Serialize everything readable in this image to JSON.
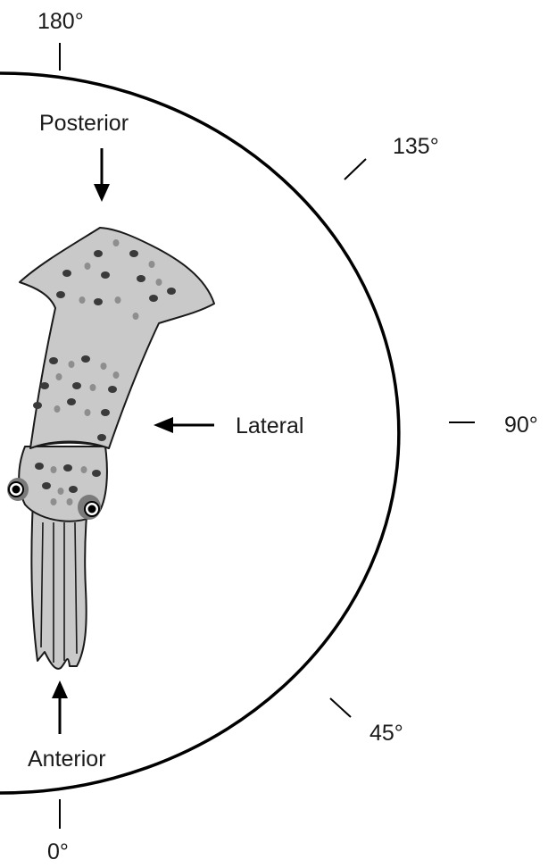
{
  "angle_labels": {
    "deg_180": "180°",
    "deg_135": "135°",
    "deg_90": "90°",
    "deg_45": "45°",
    "deg_0": "0°"
  },
  "direction_labels": {
    "posterior": "Posterior",
    "lateral": "Lateral",
    "anterior": "Anterior"
  }
}
